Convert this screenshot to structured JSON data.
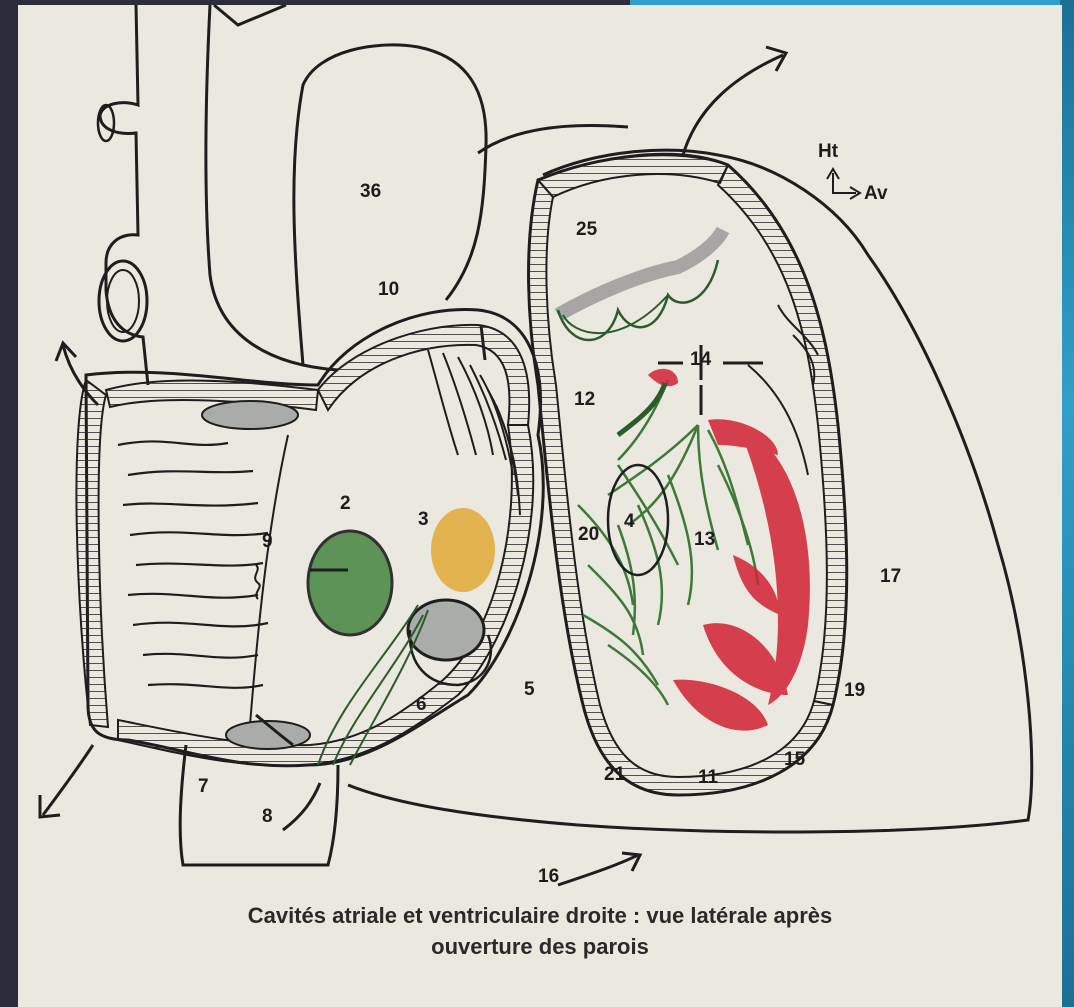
{
  "orientation": {
    "up": "Ht",
    "forward": "Av"
  },
  "labels": {
    "l36": "36",
    "l10": "10",
    "l25": "25",
    "l14": "14",
    "l12": "12",
    "l2": "2",
    "l3": "3",
    "l9": "9",
    "l20": "20",
    "l4": "4",
    "l13": "13",
    "l17": "17",
    "l5": "5",
    "l6": "6",
    "l19": "19",
    "l21": "21",
    "l11": "11",
    "l15": "15",
    "l7": "7",
    "l8": "8",
    "l16": "16"
  },
  "caption": {
    "line1": "Cavités atriale et ventriculaire droite : vue latérale après",
    "line2": "ouverture des parois"
  },
  "colors": {
    "slide_background": "#2c2c3b",
    "accent": "#2fa0c9",
    "paper": "#ebe8df",
    "green_fill": "#4f8a4a",
    "red_fill": "#d2273a",
    "yellow_fill": "#e0a21f",
    "grey_fill": "#a9aca8"
  }
}
